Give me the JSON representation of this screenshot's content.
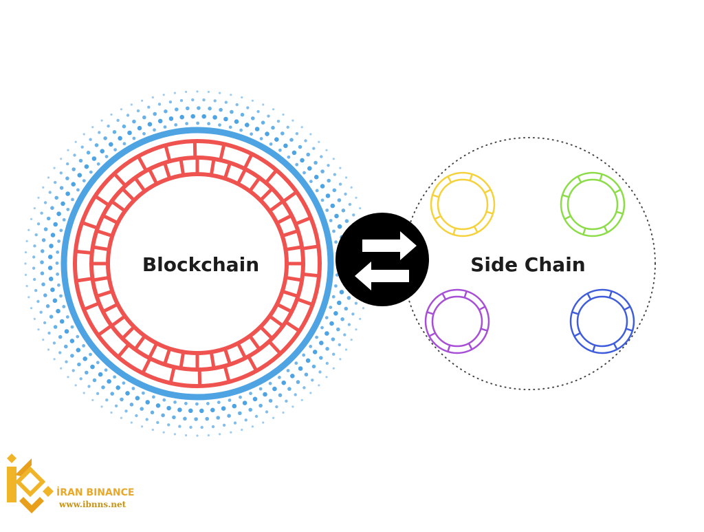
{
  "diagram": {
    "blockchain": {
      "label": "Blockchain",
      "ring_color": "#ef5350",
      "outer_ring_color": "#4ea3e3",
      "dot_color": "#4ea3e3"
    },
    "side_chain": {
      "label": "Side Chain",
      "boundary_color": "#444444",
      "mini_chains": [
        {
          "name": "yellow-chain",
          "color": "#f5d13b"
        },
        {
          "name": "green-chain",
          "color": "#8cdc48"
        },
        {
          "name": "purple-chain",
          "color": "#a64fd6"
        },
        {
          "name": "blue-chain",
          "color": "#3e5cdb"
        }
      ]
    },
    "exchange": {
      "icon": "two-way-arrows-icon",
      "background_color": "#000000",
      "arrow_color": "#ffffff"
    }
  },
  "brand": {
    "name": "İRAN BINANCE",
    "url": "www.ibnns.net",
    "logo_icon": "iran-binance-logo-icon",
    "colors": [
      "#f0b429",
      "#e8a01c"
    ]
  }
}
